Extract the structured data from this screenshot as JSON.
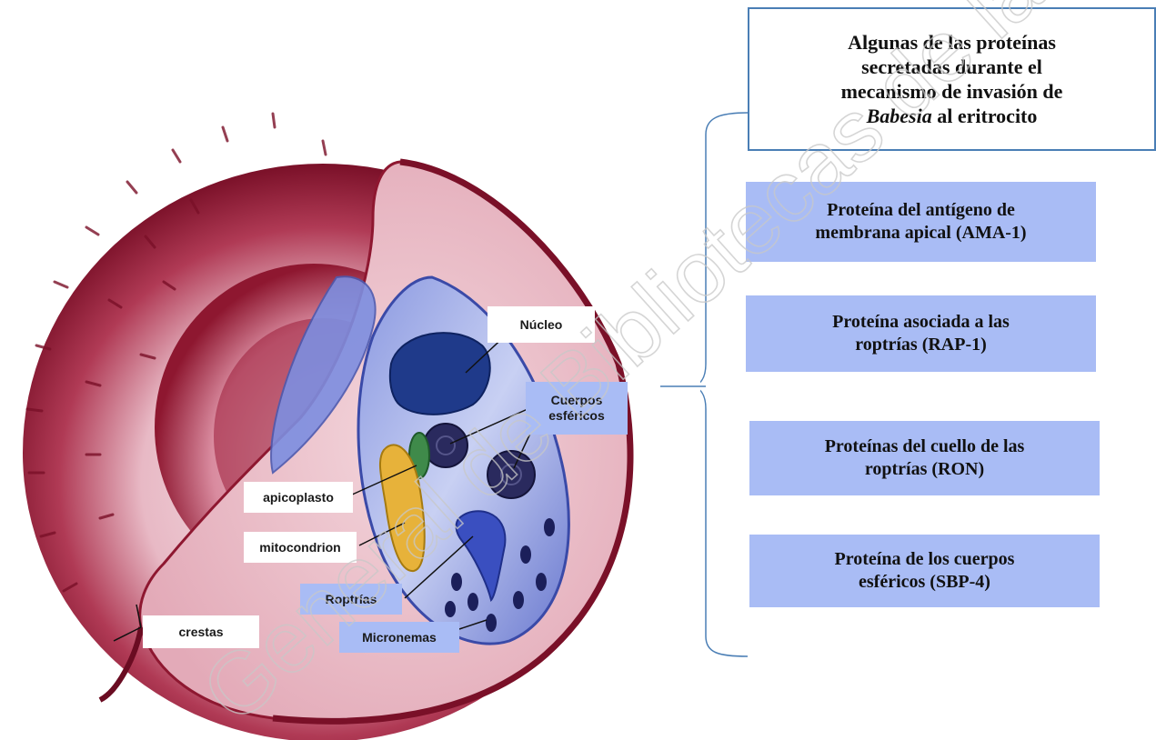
{
  "labels": {
    "nucleo": "Núcleo",
    "cuerpos_1": "Cuerpos",
    "cuerpos_2": "esféricos",
    "apicoplasto": "apicoplasto",
    "mitocondrion": "mitocondrion",
    "roptrias": "Roptrías",
    "crestas": "crestas",
    "micronemas": "Micronemas"
  },
  "title": {
    "line1": "Algunas de las proteínas",
    "line2": "secretadas durante el",
    "line3": "mecanismo de invasión de",
    "line4_italic": "Babesia",
    "line4_rest": " al eritrocito"
  },
  "proteins": [
    {
      "line1": "Proteína del antígeno de",
      "line2": "membrana apical (AMA-1)"
    },
    {
      "line1": "Proteína asociada a las",
      "line2": "roptrías (RAP-1)"
    },
    {
      "line1": "Proteínas del cuello de las",
      "line2": "roptrías (RON)"
    },
    {
      "line1": "Proteína de los cuerpos",
      "line2": "esféricos (SBP-4)"
    }
  ],
  "watermark": "General de Bibliotecas de la UAS",
  "colors": {
    "label_blue": "#a9bcf5",
    "title_border": "#4a7eb5",
    "cell_red": "#8e1730"
  }
}
